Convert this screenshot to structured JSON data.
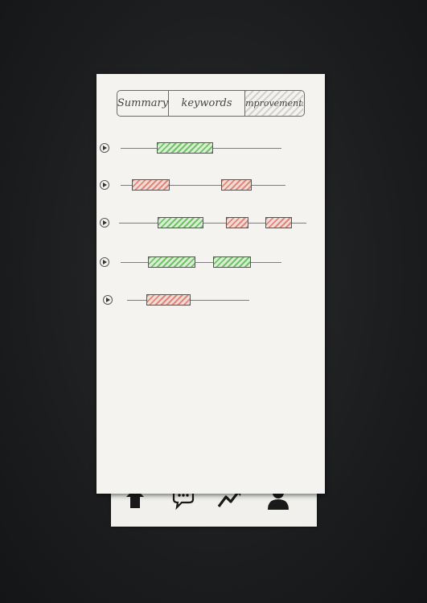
{
  "tabs": [
    {
      "label": "Summary",
      "selected": false
    },
    {
      "label": "keywords",
      "selected": false
    },
    {
      "label": "Improvements",
      "selected": true
    }
  ],
  "rows": [
    {
      "segments": [
        {
          "color": "green"
        }
      ]
    },
    {
      "segments": [
        {
          "color": "red"
        },
        {
          "color": "red"
        }
      ]
    },
    {
      "segments": [
        {
          "color": "green"
        },
        {
          "color": "red"
        },
        {
          "color": "red"
        }
      ]
    },
    {
      "segments": [
        {
          "color": "green"
        },
        {
          "color": "green"
        }
      ]
    },
    {
      "segments": [
        {
          "color": "red"
        }
      ]
    }
  ],
  "nav": [
    {
      "icon": "home-icon"
    },
    {
      "icon": "chat-icon"
    },
    {
      "icon": "trend-icon"
    },
    {
      "icon": "profile-icon"
    }
  ],
  "colors": {
    "positive": "#6fc265",
    "negative": "#e1877a",
    "paper": "#f4f3ef",
    "background": "#1b1c1e"
  }
}
